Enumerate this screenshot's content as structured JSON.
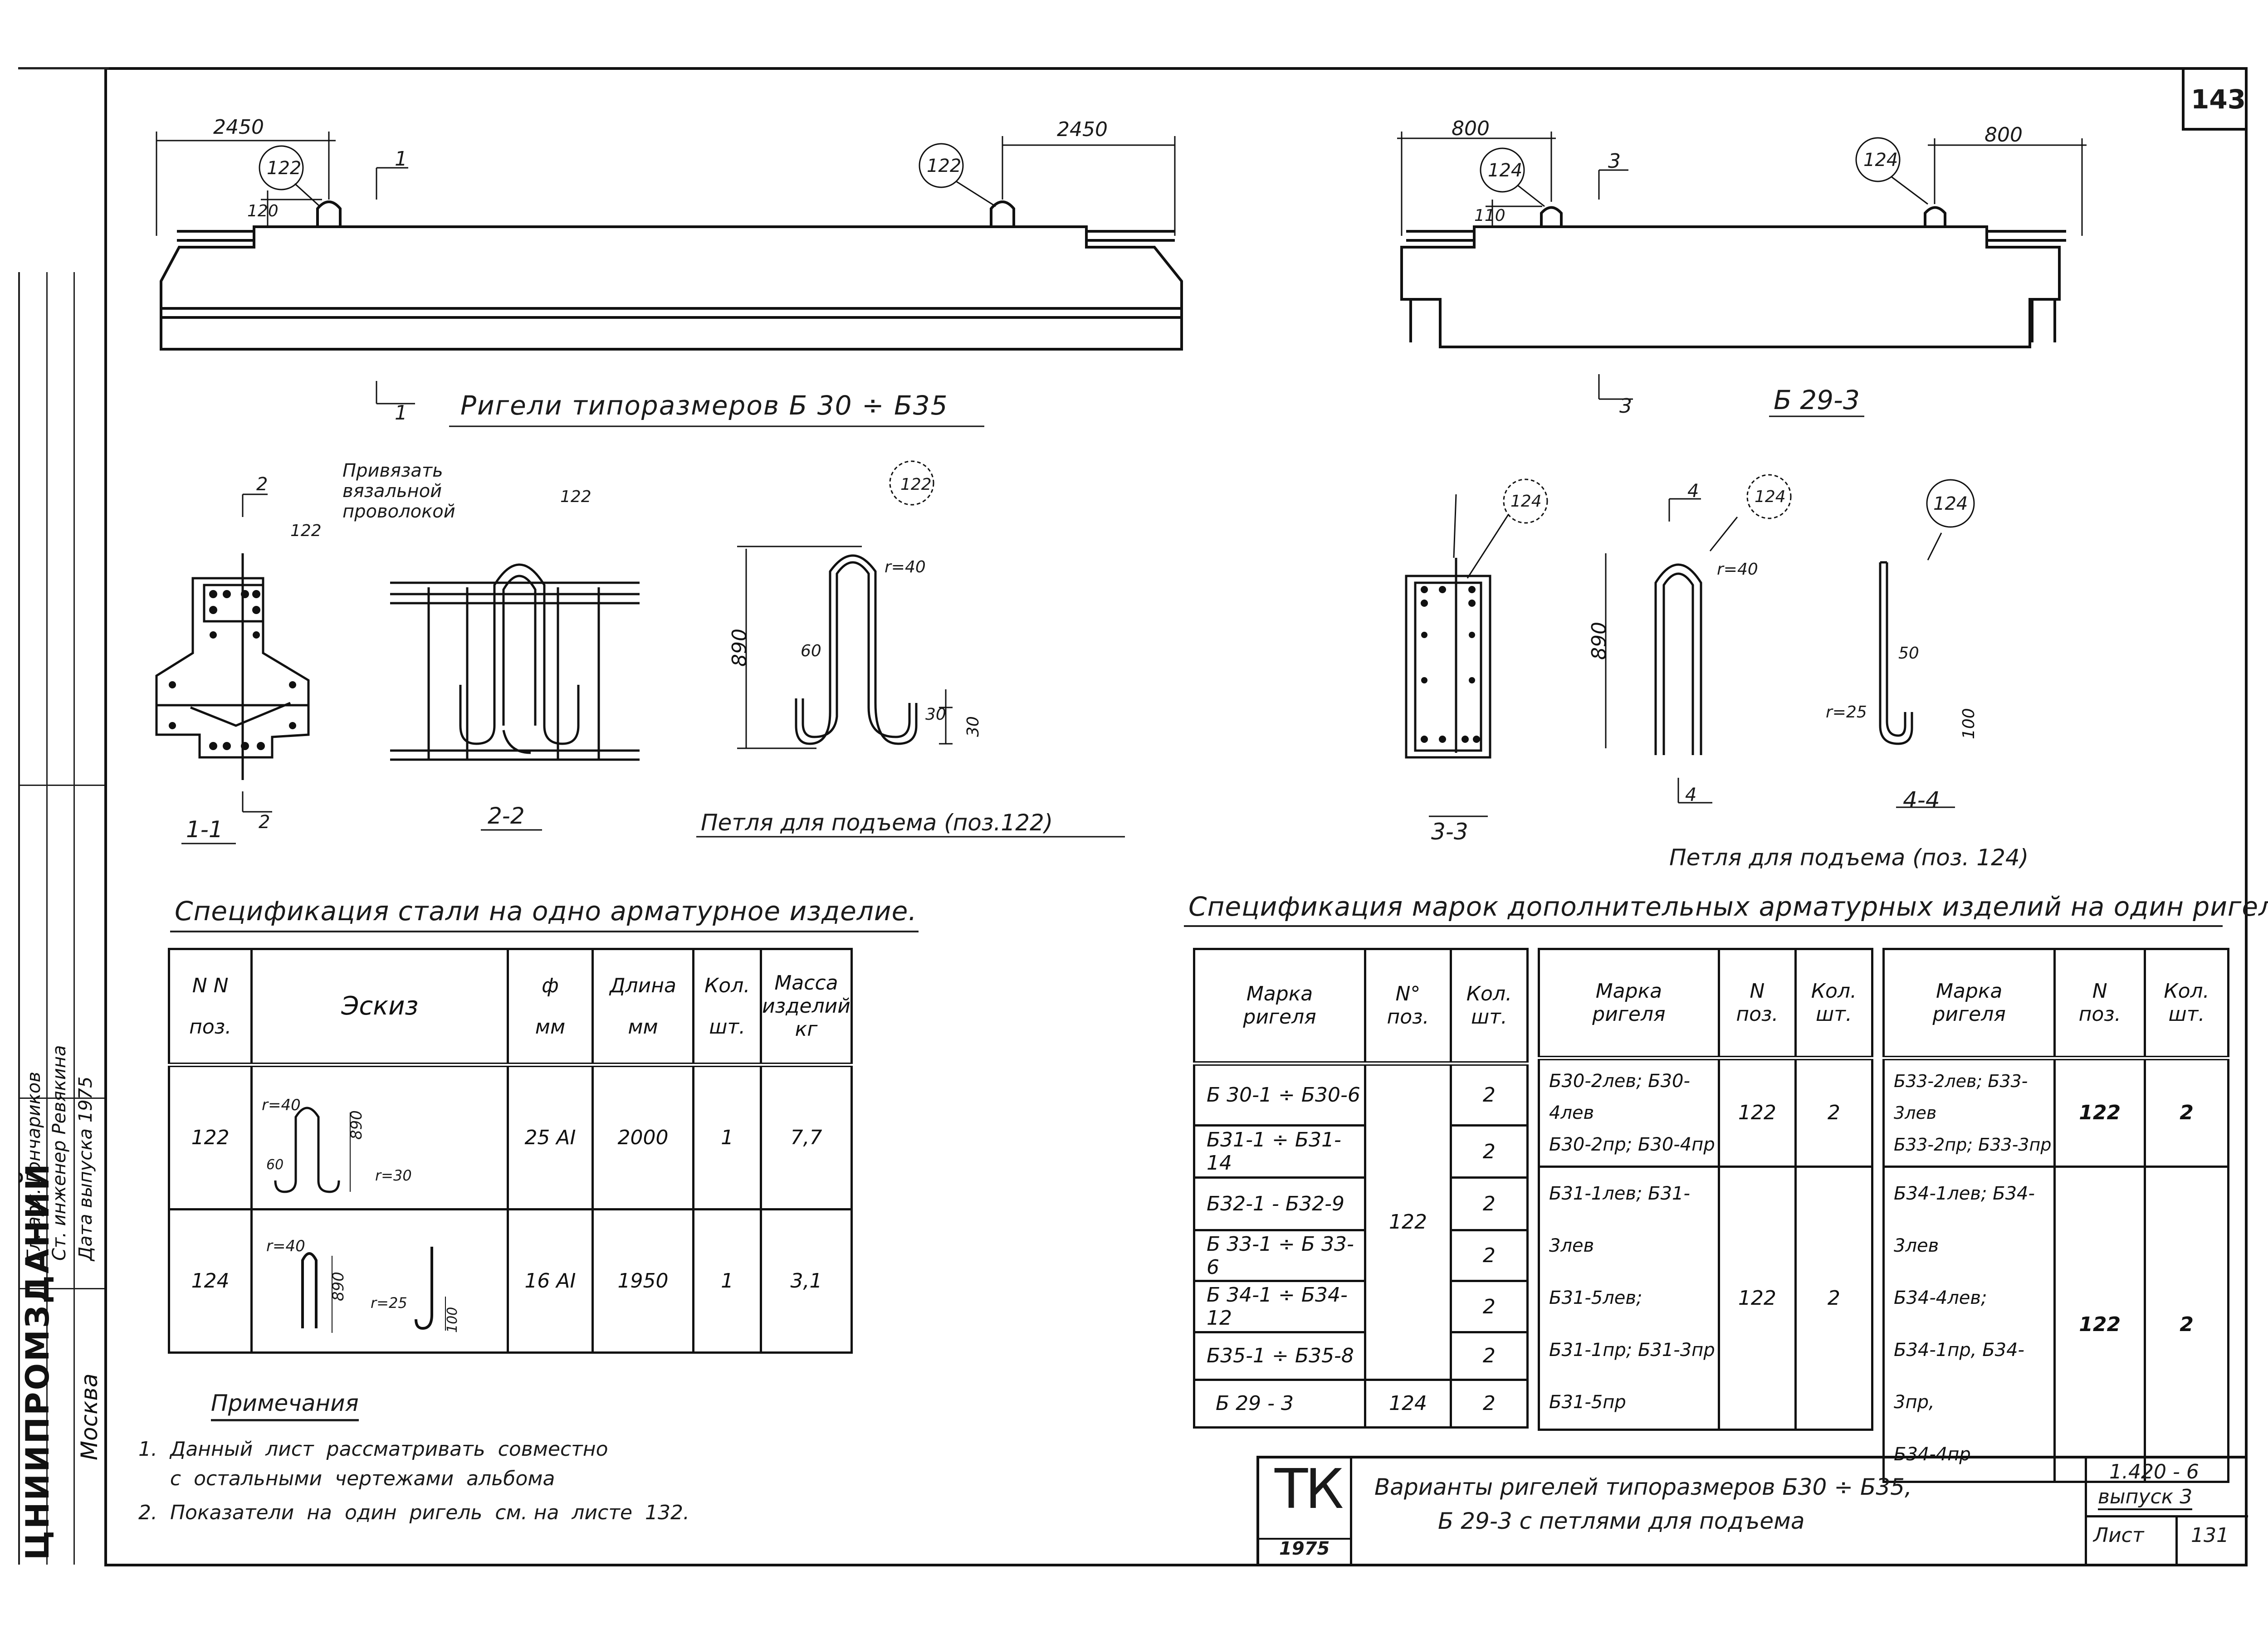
{
  "sheet": {
    "corner_number": "143"
  },
  "left_elevation": {
    "dim_left": "2450",
    "dim_right": "2450",
    "pos_left": "122",
    "pos_right": "122",
    "hook_height": "120",
    "cut_label_top": "1",
    "cut_label_bottom": "1",
    "title": "Ригели типоразмеров  Б 30 ÷ Б35"
  },
  "right_elevation": {
    "dim_left": "800",
    "dim_right": "800",
    "pos_left": "124",
    "pos_right": "124",
    "hook_height": "110",
    "cut_label_top": "3",
    "cut_label_bottom": "3",
    "title": "Б 29-3"
  },
  "detail_left": {
    "cut_top": "2",
    "cut_bottom": "2",
    "pos_label": "122",
    "note_lines": [
      "Привязать",
      "вязальной",
      "проволокой"
    ],
    "pos_label_2": "122",
    "pos_label_3": "122",
    "section_1_1": "1-1",
    "section_2_2": "2-2",
    "dim_890": "890",
    "dim_r40": "r=40",
    "dim_60": "60",
    "dim_30": "30",
    "dim_30b": "30",
    "loop_title": "Петля  для  подъема (поз.122)"
  },
  "detail_right": {
    "pos_a": "124",
    "pos_b": "124",
    "pos_c": "124",
    "cut_top": "4",
    "cut_bottom": "4",
    "dim_890": "890",
    "dim_r40": "r=40",
    "dim_50": "50",
    "dim_r25": "r=25",
    "dim_100": "100",
    "section_3_3": "3-3",
    "section_4_4": "4-4",
    "loop_title": "Петля  для  подъема  (поз. 124)"
  },
  "steel_spec": {
    "title": "Спецификация  стали на одно арматурное  изделие.",
    "headers": {
      "pos_a": "N N",
      "pos_b": "поз.",
      "sketch": "Эскиз",
      "dia_a": "ф",
      "dia_b": "мм",
      "len_a": "Длина",
      "len_b": "мм",
      "qty_a": "Кол.",
      "qty_b": "шт.",
      "mass_a": "Масса",
      "mass_b": "изделий",
      "mass_c": "кг"
    },
    "rows": [
      {
        "pos": "122",
        "dia": "25 AI",
        "length": "2000",
        "qty": "1",
        "mass": "7,7",
        "r": "r=40",
        "h": "890",
        "r2": "r=30",
        "side": "60"
      },
      {
        "pos": "124",
        "dia": "16 AI",
        "length": "1950",
        "qty": "1",
        "mass": "3,1",
        "r": "r=40",
        "h": "890",
        "r2": "r=25",
        "side": "100"
      }
    ]
  },
  "marks_spec": {
    "title": "Спецификация  марок  дополнительных  арматурных  изделий  на  один  ригель.",
    "headers": {
      "mark_a": "Марка",
      "mark_b": "ригеля",
      "pos_a": "N°",
      "pos_b": "поз.",
      "qty_a": "Кол.",
      "qty_b": "шт.",
      "pos2_a": "N",
      "pos2_b": "поз."
    },
    "block1": [
      {
        "mark": "Б 30-1 ÷ Б30-6",
        "qty": "2"
      },
      {
        "mark": "Б31-1 ÷ Б31-14",
        "qty": "2"
      },
      {
        "mark": "Б32-1 - Б32-9",
        "qty": "2"
      },
      {
        "mark": "Б 33-1 ÷ Б 33-6",
        "qty": "2"
      },
      {
        "mark": "Б 34-1 ÷ Б34-12",
        "qty": "2"
      },
      {
        "mark": "Б35-1 ÷ Б35-8",
        "qty": "2"
      },
      {
        "mark": "Б 29 - 3",
        "qty": "2"
      }
    ],
    "block1_pos": "122",
    "block1_last_pos": "124",
    "block2": [
      {
        "lines": [
          "Б30-2лев; Б30-4лев",
          "Б30-2пр; Б30-4пр"
        ],
        "pos": "122",
        "qty": "2"
      },
      {
        "lines": [
          "Б31-1лев; Б31-3лев",
          "Б31-5лев;",
          "Б31-1пр; Б31-3пр",
          "Б31-5пр"
        ],
        "pos": "122",
        "qty": "2"
      }
    ],
    "block3": [
      {
        "lines": [
          "Б33-2лев; Б33-3лев",
          "Б33-2пр; Б33-3пр"
        ],
        "pos": "122",
        "qty": "2"
      },
      {
        "lines": [
          "Б34-1лев; Б34-3лев",
          "Б34-4лев;",
          "Б34-1пр, Б34-3пр,",
          "Б34-4пр"
        ],
        "pos": "122",
        "qty": "2"
      }
    ]
  },
  "notes": {
    "title": "Примечания",
    "items": [
      "1.  Данный  лист  рассматривать  совместно",
      "     с  остальными  чертежами  альбома",
      "2.  Показатели  на  один  ригель  см. на  листе  132."
    ]
  },
  "title_block": {
    "org": "ТК",
    "year": "1975",
    "line1": "Варианты  ригелей  типоразмеров  Б30 ÷ Б35,",
    "line2": "Б 29-3  с  петлями  для  подъема",
    "album": "1.420 - 6",
    "issue": "выпуск 3",
    "sheet_label": "Лист",
    "sheet_no": "131"
  },
  "side_stamp": {
    "org": "ЦНИИПРОМЗДАНИЙ",
    "city": "Москва",
    "rows": [
      "Гл. арх.   Гончариков",
      "Ст. инженер   Ревякина",
      "Дата выпуска   1975"
    ]
  }
}
